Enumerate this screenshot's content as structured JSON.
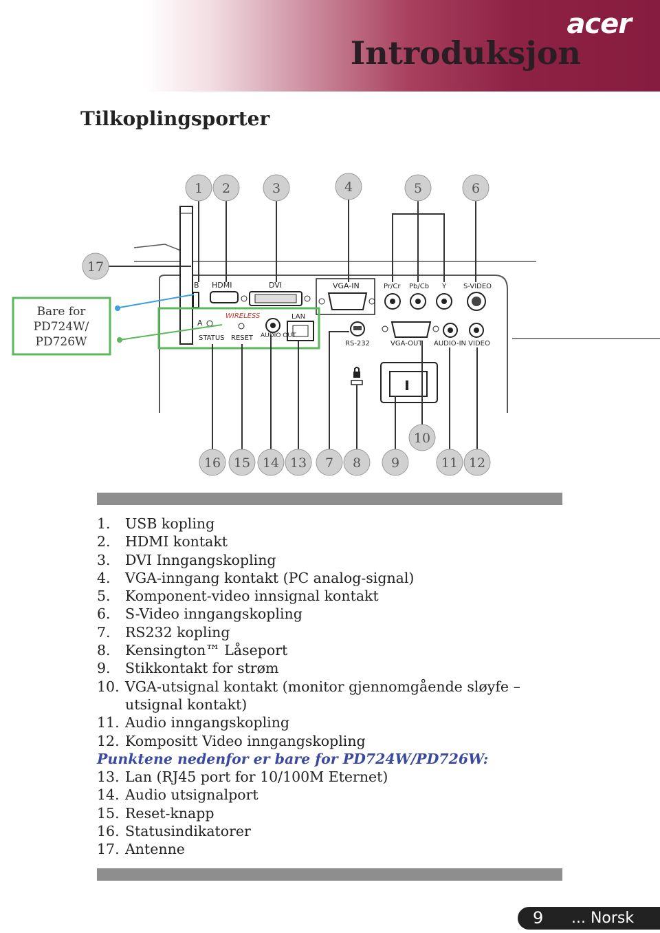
{
  "header": {
    "logo": "acer",
    "chapter": "Introduksjon"
  },
  "section_title": "Tilkoplingsporter",
  "diagram": {
    "callout_box": "Bare for PD724W/ PD726W",
    "callout_lines": [
      "Bare for",
      "PD724W/",
      "PD726W"
    ],
    "top_numbers": [
      "1",
      "2",
      "3",
      "4",
      "5",
      "6"
    ],
    "side_number": "17",
    "bottom_numbers": [
      "16",
      "15",
      "14",
      "13",
      "7",
      "8",
      "9",
      "10",
      "11",
      "12"
    ],
    "port_labels": {
      "b": "B",
      "hdmi": "HDMI",
      "dvi": "DVI",
      "vga_in": "VGA-IN",
      "pr": "Pr/Cr",
      "pb": "Pb/Cb",
      "y": "Y",
      "svideo": "S-VIDEO",
      "a": "A",
      "wireless": "WIRELESS",
      "lan": "LAN",
      "status": "STATUS",
      "reset": "RESET",
      "audio_out": "AUDIO OUT",
      "rs232": "RS-232",
      "vga_out": "VGA-OUT",
      "audio_in_video": "AUDIO-IN VIDEO"
    },
    "colors": {
      "wireless_box": "#5cb85c",
      "usb_line": "#3aa0e0",
      "wireless_text": "#c0392b"
    }
  },
  "items": [
    {
      "num": "1.",
      "text": "USB kopling"
    },
    {
      "num": "2.",
      "text": "HDMI kontakt"
    },
    {
      "num": "3.",
      "text": "DVI Inngangskopling"
    },
    {
      "num": "4.",
      "text": "VGA-inngang kontakt (PC analog-signal)"
    },
    {
      "num": "5.",
      "text": "Komponent-video innsignal kontakt"
    },
    {
      "num": "6.",
      "text": "S-Video inngangskopling"
    },
    {
      "num": "7.",
      "text": "RS232 kopling"
    },
    {
      "num": "8.",
      "text": "Kensington™ Låseport"
    },
    {
      "num": "9.",
      "text": "Stikkontakt for strøm"
    },
    {
      "num": "10.",
      "text": "VGA-utsignal kontakt (monitor gjennomgående sløyfe – utsignal kontakt)"
    },
    {
      "num": "11.",
      "text": "Audio inngangskopling"
    },
    {
      "num": "12.",
      "text": "Kompositt Video inngangskopling"
    }
  ],
  "note": "Punktene nedenfor er bare for PD724W/PD726W:",
  "items2": [
    {
      "num": "13.",
      "text": "Lan (RJ45 port for 10/100M Eternet)"
    },
    {
      "num": "14.",
      "text": "Audio utsignalport"
    },
    {
      "num": "15.",
      "text": "Reset-knapp"
    },
    {
      "num": "16.",
      "text": "Statusindikatorer"
    },
    {
      "num": "17.",
      "text": "Antenne"
    }
  ],
  "footer": {
    "page": "9",
    "language": "... Norsk"
  }
}
